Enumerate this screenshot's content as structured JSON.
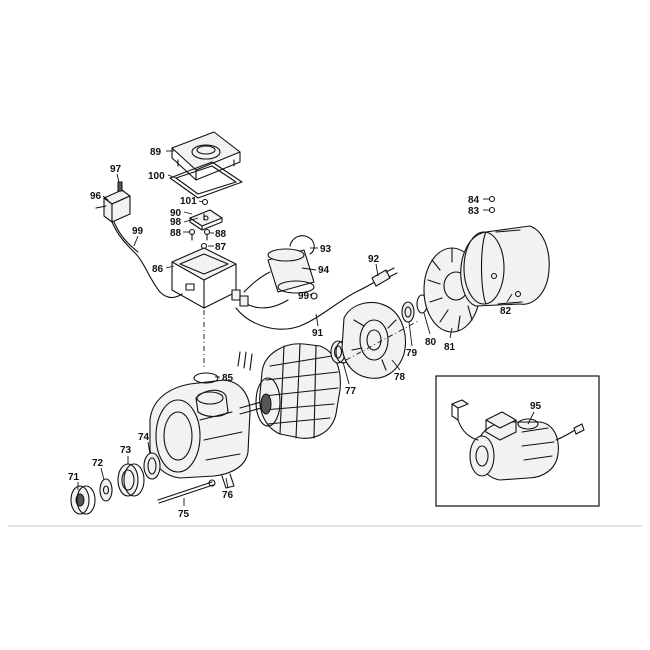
{
  "callouts": [
    {
      "id": "c71",
      "label": "71"
    },
    {
      "id": "c72",
      "label": "72"
    },
    {
      "id": "c73",
      "label": "73"
    },
    {
      "id": "c74",
      "label": "74"
    },
    {
      "id": "c75",
      "label": "75"
    },
    {
      "id": "c76",
      "label": "76"
    },
    {
      "id": "c77",
      "label": "77"
    },
    {
      "id": "c78",
      "label": "78"
    },
    {
      "id": "c79",
      "label": "79"
    },
    {
      "id": "c80",
      "label": "80"
    },
    {
      "id": "c81",
      "label": "81"
    },
    {
      "id": "c82",
      "label": "82"
    },
    {
      "id": "c83",
      "label": "83"
    },
    {
      "id": "c84",
      "label": "84"
    },
    {
      "id": "c85",
      "label": "85"
    },
    {
      "id": "c86",
      "label": "86"
    },
    {
      "id": "c87",
      "label": "87"
    },
    {
      "id": "c88a",
      "label": "88"
    },
    {
      "id": "c88b",
      "label": "88"
    },
    {
      "id": "c89",
      "label": "89"
    },
    {
      "id": "c90",
      "label": "90"
    },
    {
      "id": "c91",
      "label": "91"
    },
    {
      "id": "c92",
      "label": "92"
    },
    {
      "id": "c93",
      "label": "93"
    },
    {
      "id": "c94",
      "label": "94"
    },
    {
      "id": "c95",
      "label": "95"
    },
    {
      "id": "c96",
      "label": "96"
    },
    {
      "id": "c97",
      "label": "97"
    },
    {
      "id": "c98",
      "label": "98"
    },
    {
      "id": "c99a",
      "label": "99"
    },
    {
      "id": "c99b",
      "label": "99"
    },
    {
      "id": "c100",
      "label": "100"
    },
    {
      "id": "c101",
      "label": "101"
    }
  ]
}
